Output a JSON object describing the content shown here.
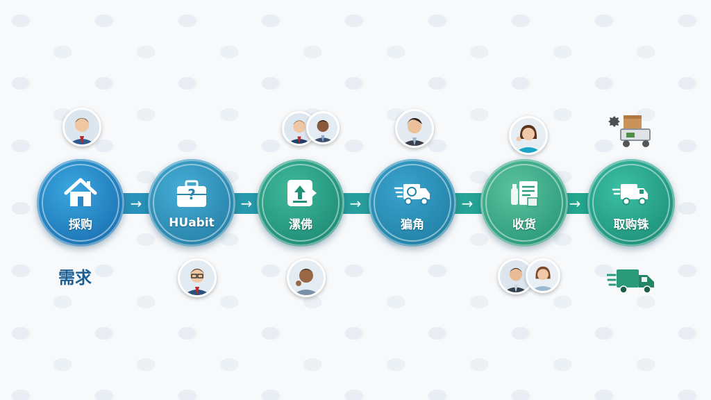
{
  "steps": [
    {
      "label": "採购",
      "icon": "house-icon"
    },
    {
      "label": "HUabit",
      "icon": "briefcase-question-icon"
    },
    {
      "label": "漯佛",
      "icon": "upload-box-icon"
    },
    {
      "label": "猵角",
      "icon": "fast-truck-icon"
    },
    {
      "label": "收货",
      "icon": "goods-receipt-icon"
    },
    {
      "label": "取购铢",
      "icon": "delivery-truck-icon"
    }
  ],
  "demand_label": "需求",
  "arrow_glyph": "→",
  "colors": {
    "blue": "#1f78b8",
    "teal": "#22917a",
    "green": "#23a88a",
    "text_blue": "#1d5f93"
  }
}
